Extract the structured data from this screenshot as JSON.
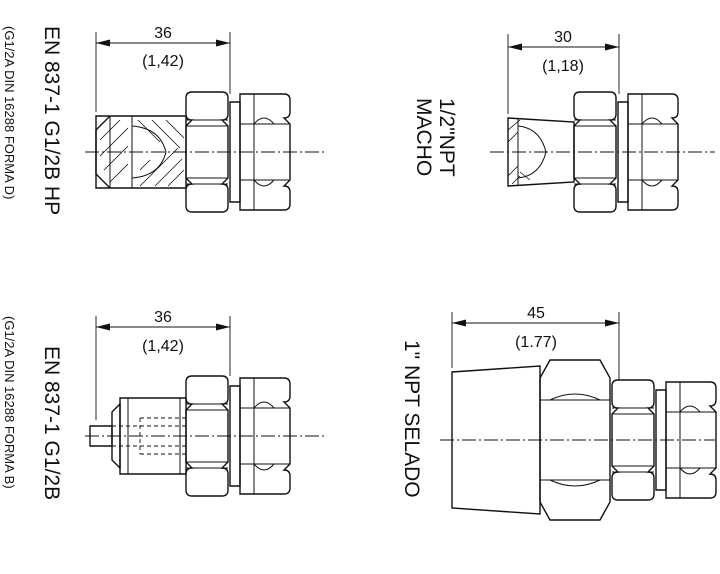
{
  "fittings": [
    {
      "label": "EN 837-1 G1/2B HP",
      "sublabel": "(G1/2A DIN 16288 FORMA D)",
      "dim_mm": "36",
      "dim_in": "(1,42)"
    },
    {
      "label": "1/2\"NPT",
      "label2": "MACHO",
      "dim_mm": "30",
      "dim_in": "(1,18)"
    },
    {
      "label": "EN 837-1 G1/2B",
      "sublabel": "(G1/2A DIN 16288 FORMA B)",
      "dim_mm": "36",
      "dim_in": "(1,42)"
    },
    {
      "label": "1\" NPT SELADO",
      "dim_mm": "45",
      "dim_in": "(1.77)"
    }
  ]
}
